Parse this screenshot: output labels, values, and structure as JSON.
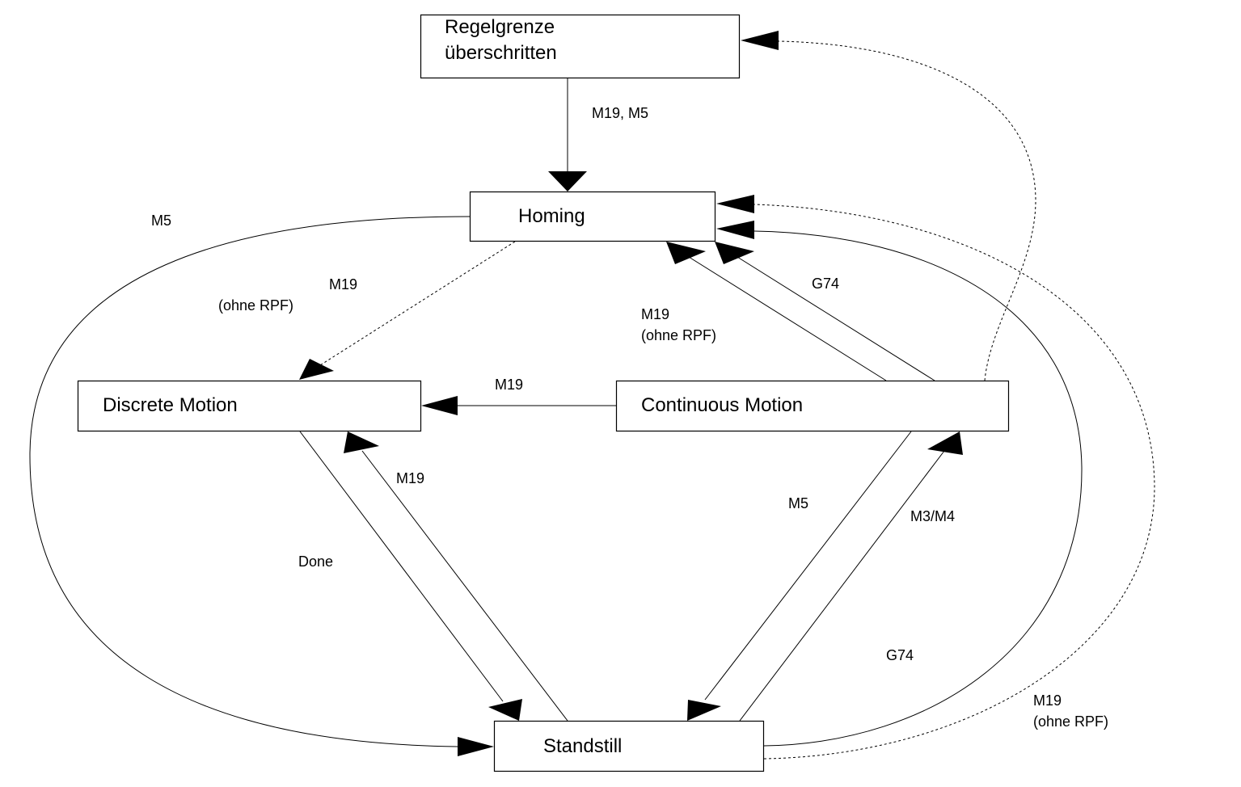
{
  "diagram": {
    "type": "state-machine",
    "colors": {
      "line": "#000000",
      "background": "#ffffff"
    },
    "nodes": [
      {
        "id": "regelgrenze",
        "label_lines": [
          "Regelgrenze",
          "überschritten"
        ]
      },
      {
        "id": "homing",
        "label_lines": [
          "Homing"
        ]
      },
      {
        "id": "discrete",
        "label_lines": [
          "Discrete Motion"
        ]
      },
      {
        "id": "continuous",
        "label_lines": [
          "Continuous Motion"
        ]
      },
      {
        "id": "standstill",
        "label_lines": [
          "Standstill"
        ]
      }
    ],
    "edges": [
      {
        "id": "e-regel-homing",
        "from": "regelgrenze",
        "to": "homing",
        "style": "solid",
        "label_lines": [
          "M19, M5"
        ]
      },
      {
        "id": "e-homing-standstill-m5",
        "from": "homing",
        "to": "standstill",
        "style": "solid",
        "label_lines": [
          "M5"
        ]
      },
      {
        "id": "e-homing-discrete",
        "from": "homing",
        "to": "discrete",
        "style": "dashed",
        "label_lines": [
          "M19",
          "(ohne RPF)"
        ]
      },
      {
        "id": "e-continuous-homing-m19",
        "from": "continuous",
        "to": "homing",
        "style": "solid",
        "label_lines": [
          "M19",
          "(ohne RPF)"
        ]
      },
      {
        "id": "e-continuous-homing-g74",
        "from": "continuous",
        "to": "homing",
        "style": "solid",
        "label_lines": [
          "G74"
        ]
      },
      {
        "id": "e-continuous-discrete",
        "from": "continuous",
        "to": "discrete",
        "style": "solid",
        "label_lines": [
          "M19"
        ]
      },
      {
        "id": "e-discrete-standstill",
        "from": "discrete",
        "to": "standstill",
        "style": "solid",
        "label_lines": [
          "Done"
        ]
      },
      {
        "id": "e-standstill-discrete",
        "from": "standstill",
        "to": "discrete",
        "style": "solid",
        "label_lines": [
          "M19"
        ]
      },
      {
        "id": "e-continuous-standstill",
        "from": "continuous",
        "to": "standstill",
        "style": "solid",
        "label_lines": [
          "M5"
        ]
      },
      {
        "id": "e-standstill-continuous",
        "from": "standstill",
        "to": "continuous",
        "style": "solid",
        "label_lines": [
          "M3/M4"
        ]
      },
      {
        "id": "e-standstill-homing-g74",
        "from": "standstill",
        "to": "homing",
        "style": "solid",
        "label_lines": [
          "G74"
        ]
      },
      {
        "id": "e-standstill-homing-m19",
        "from": "standstill",
        "to": "homing",
        "style": "dashed",
        "label_lines": [
          "M19",
          "(ohne RPF)"
        ]
      },
      {
        "id": "e-continuous-regel",
        "from": "continuous",
        "to": "regelgrenze",
        "style": "dashed",
        "label_lines": []
      }
    ]
  }
}
